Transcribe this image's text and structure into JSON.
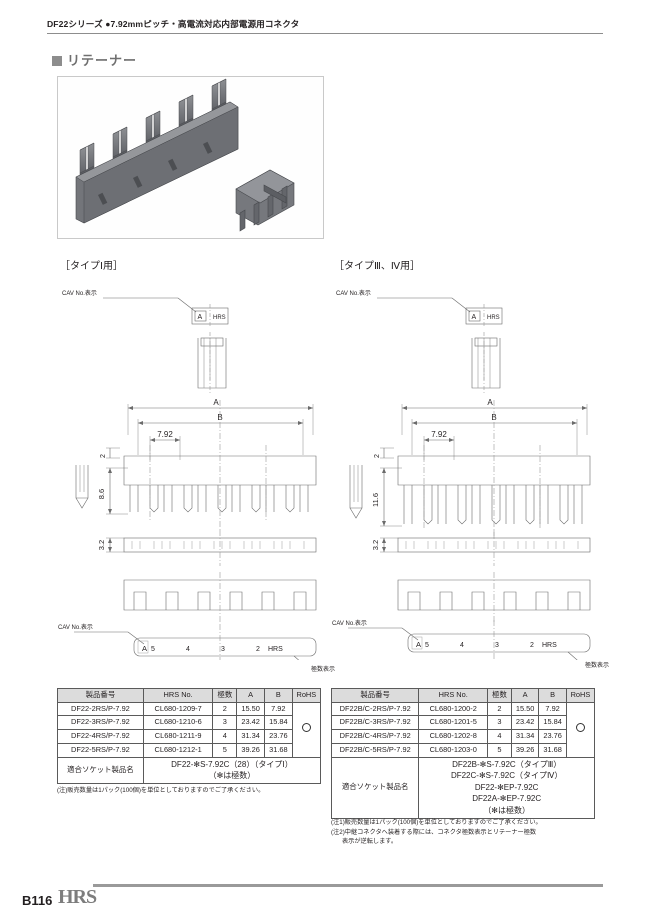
{
  "header": {
    "title": "DF22シリーズ ●7.92mmピッチ・高電流対応内部電源用コネクタ"
  },
  "section": {
    "title": "リテーナー",
    "bullet_icon": "filled-square-icon"
  },
  "photo": {
    "caption": "retainer-product-photo",
    "body_color": "#6e6f73"
  },
  "drawings": [
    {
      "id": "type1",
      "caption": "［タイプⅠ用］",
      "cav_label": "CAV No.表示",
      "detail_box_text": "A",
      "detail_box_text2": "HRS",
      "dim_A": "A",
      "dim_B": "B",
      "dim_pitch": "7.92",
      "dim_top": "2",
      "dim_height": "8.6",
      "dim_thickness": "3.2",
      "bottom_cav_label": "CAV No.表示",
      "pole_label": "極数表示",
      "bottom_marks": [
        "A5",
        "4",
        "3",
        "2",
        "HRS"
      ]
    },
    {
      "id": "type3_4",
      "caption": "［タイプⅢ、Ⅳ用］",
      "cav_label": "CAV No.表示",
      "detail_box_text": "A",
      "detail_box_text2": "HRS",
      "dim_A": "A",
      "dim_B": "B",
      "dim_pitch": "7.92",
      "dim_top": "2",
      "dim_height": "11.6",
      "dim_thickness": "3.2",
      "bottom_cav_label": "CAV No.表示",
      "pole_label": "極数表示",
      "bottom_marks": [
        "A5",
        "4",
        "3",
        "2",
        "HRS"
      ]
    }
  ],
  "tables": {
    "left": {
      "columns": [
        "製品番号",
        "HRS No.",
        "極数",
        "A",
        "B",
        "RoHS"
      ],
      "rows": [
        {
          "pn": "DF22-2RS/P-7.92",
          "hrs": "CL680-1209-7",
          "pole": "2",
          "a": "15.50",
          "b": "7.92"
        },
        {
          "pn": "DF22-3RS/P-7.92",
          "hrs": "CL680-1210-6",
          "pole": "3",
          "a": "23.42",
          "b": "15.84"
        },
        {
          "pn": "DF22-4RS/P-7.92",
          "hrs": "CL680-1211-9",
          "pole": "4",
          "a": "31.34",
          "b": "23.76"
        },
        {
          "pn": "DF22-5RS/P-7.92",
          "hrs": "CL680-1212-1",
          "pole": "5",
          "a": "39.26",
          "b": "31.68"
        }
      ],
      "rohs_mark": "○",
      "socket_header": "適合ソケット製品名",
      "socket_lines": [
        "DF22-✻S-7.92C（28）（タイプⅠ）",
        "（✻は極数）"
      ],
      "notes": [
        "(注)販売数量は1パック(100個)を単位としておりますのでご了承ください。"
      ]
    },
    "right": {
      "columns": [
        "製品番号",
        "HRS No.",
        "極数",
        "A",
        "B",
        "RoHS"
      ],
      "rows": [
        {
          "pn": "DF22B/C-2RS/P-7.92",
          "hrs": "CL680-1200-2",
          "pole": "2",
          "a": "15.50",
          "b": "7.92"
        },
        {
          "pn": "DF22B/C-3RS/P-7.92",
          "hrs": "CL680-1201-5",
          "pole": "3",
          "a": "23.42",
          "b": "15.84"
        },
        {
          "pn": "DF22B/C-4RS/P-7.92",
          "hrs": "CL680-1202-8",
          "pole": "4",
          "a": "31.34",
          "b": "23.76"
        },
        {
          "pn": "DF22B/C-5RS/P-7.92",
          "hrs": "CL680-1203-0",
          "pole": "5",
          "a": "39.26",
          "b": "31.68"
        }
      ],
      "rohs_mark": "○",
      "socket_header": "適合ソケット製品名",
      "socket_lines": [
        "DF22B-✻S-7.92C（タイプⅢ）",
        "DF22C-✻S-7.92C（タイプⅣ）",
        "DF22-✻EP-7.92C",
        "DF22A-✻EP-7.92C",
        "（✻は極数）"
      ],
      "notes": [
        "(注1)販売数量は1パック(100個)を単位としておりますのでご了承ください。",
        "(注2)中継コネクタへ装着する際には、コネクタ極数表示とリテーナー極数",
        "表示が逆転します。"
      ]
    }
  },
  "footer": {
    "page_number": "B116",
    "logo": "HRS"
  }
}
